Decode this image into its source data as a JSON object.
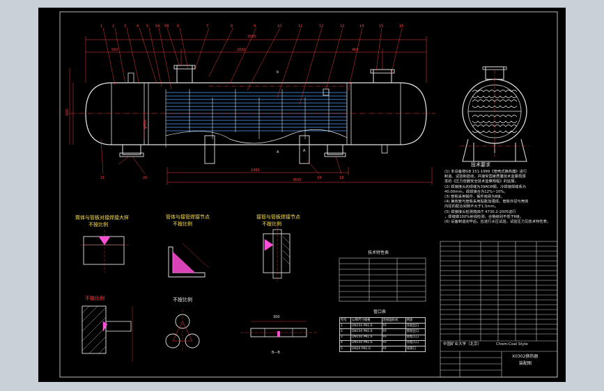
{
  "tech_notes": {
    "title": "技术要求",
    "lines": [
      "(1) 本设备按GB 151-1999《管壳式换热器》进行",
      "制造、试验和验收，并接受国家质量技术监督局颁",
      "发的《压力容器安全技术监察规程》的监督。",
      "(2) 焊接接头的焊缝为39AD8钢，冷焊接焊缝系为",
      "40.00mm，焊焊接合为12%~10%。",
      "(3) 管板采用锻件，锻件级别为Ⅱ级。",
      "(4) 换热管与管板采用贴胀加强焊，管板外径与壳体",
      "内径的配合间隙不大于1.5mm。",
      "(5) 焊接接头检测按JB/T 4730.2-2005进行",
      "，焊缝做100%射线检测，合格级别不低于Ⅱ级。",
      "(6) 设备制造完毕后，应进行水压试验，试验压力见技术特性表。"
    ]
  },
  "details": {
    "d1": {
      "title": "筒体与管板对接焊接大样",
      "scale": "不按比例"
    },
    "d2": {
      "title": "管体与接管焊接节点",
      "scale": "不按比例"
    },
    "d3": {
      "title": "接管与管板焊接节点",
      "scale": "不按比例"
    },
    "d4": {
      "scale": "不按比例"
    },
    "d5": {
      "scale": "不按比例"
    },
    "d6": {
      "dim": "300",
      "caption": "B—B"
    }
  },
  "tech_table": {
    "title": "技术特性表"
  },
  "nozzle_table": {
    "title": "管口表",
    "headers": [
      "符号",
      "公称尺寸规格",
      "连接面形式",
      "用途"
    ],
    "rows": [
      [
        "1",
        "DN150 PN1.6",
        "RF",
        "壳程出口"
      ],
      [
        "2",
        "DN150 PN1.6",
        "RF",
        "管程出口"
      ],
      [
        "3",
        "DN150 PN1.6",
        "RF",
        "管程入口"
      ],
      [
        "4",
        "DN150 PN1.6",
        "RF",
        "壳程入口"
      ],
      [
        "5",
        "DN20 PN1.6",
        "RF",
        "排液口"
      ]
    ]
  },
  "title_block": {
    "school": "中国矿业大学（北京）",
    "company": "Chem-Coal Style",
    "drawing_name": "X0302换热器",
    "drawing_sub": "装配图"
  }
}
